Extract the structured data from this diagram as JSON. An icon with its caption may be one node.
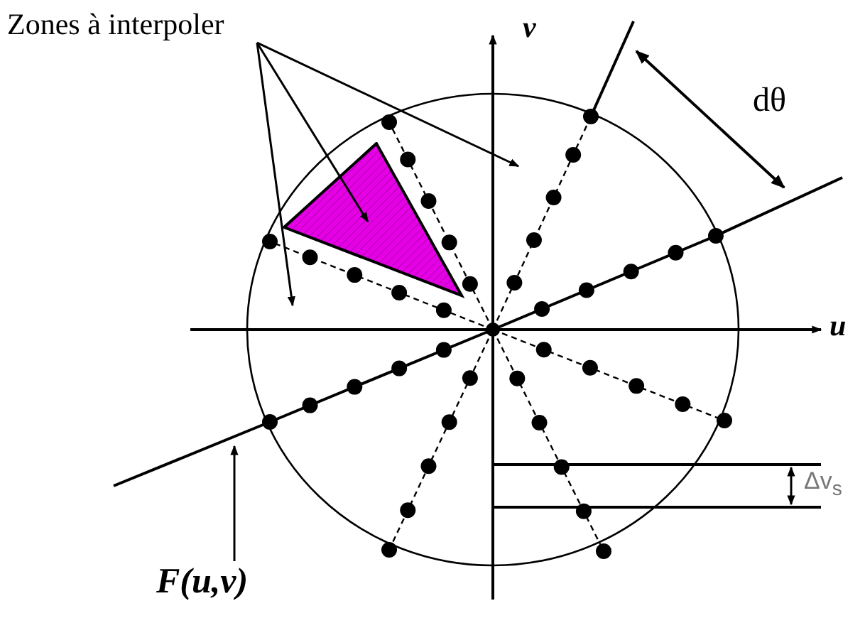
{
  "diagram": {
    "nodes": [
      {
        "text": [
          "Zones à interpoler"
        ]
      },
      {
        "text": [],
        "shape": "triangle"
      },
      {
        "text": [
          "F(u,v)"
        ]
      }
    ],
    "edges": [
      {
        "from": 0,
        "to": null,
        "arrow": "to"
      },
      {
        "from": 0,
        "to": 1,
        "arrow": "to"
      },
      {
        "from": 0,
        "to": null,
        "arrow": "to"
      },
      {
        "from": 2,
        "to": null,
        "arrow": "to"
      }
    ],
    "labels": [
      "v",
      "u",
      "dθ",
      "Δv$_{s}$"
    ]
  }
}
